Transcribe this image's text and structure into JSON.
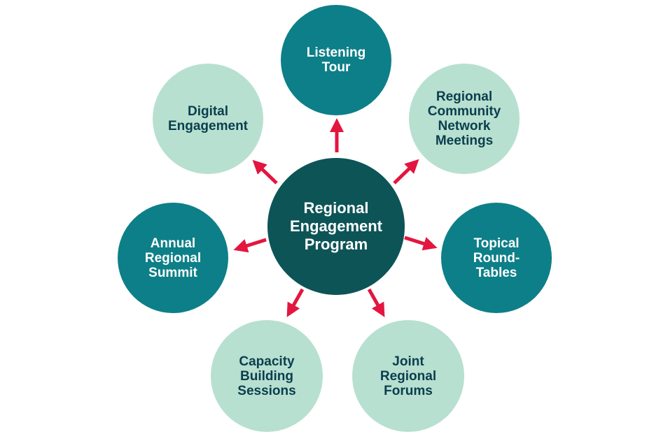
{
  "diagram": {
    "center": {
      "label": "Regional\nEngagement\nProgram"
    },
    "nodes": [
      {
        "id": "listening-tour",
        "label": "Listening\nTour",
        "style": "dark"
      },
      {
        "id": "regional-community-network-meetings",
        "label": "Regional\nCommunity\nNetwork\nMeetings",
        "style": "light"
      },
      {
        "id": "topical-round-tables",
        "label": "Topical\nRound-\nTables",
        "style": "dark"
      },
      {
        "id": "joint-regional-forums",
        "label": "Joint\nRegional\nForums",
        "style": "light"
      },
      {
        "id": "capacity-building-sessions",
        "label": "Capacity\nBuilding\nSessions",
        "style": "light"
      },
      {
        "id": "annual-regional-summit",
        "label": "Annual\nRegional\nSummit",
        "style": "dark"
      },
      {
        "id": "digital-engagement",
        "label": "Digital\nEngagement",
        "style": "light"
      }
    ]
  },
  "colors": {
    "dark_node": "#0d7f88",
    "light_node": "#b7e0d1",
    "center_node": "#0d5457",
    "light_text": "#0b3e4d",
    "arrow": "#e3163f"
  }
}
